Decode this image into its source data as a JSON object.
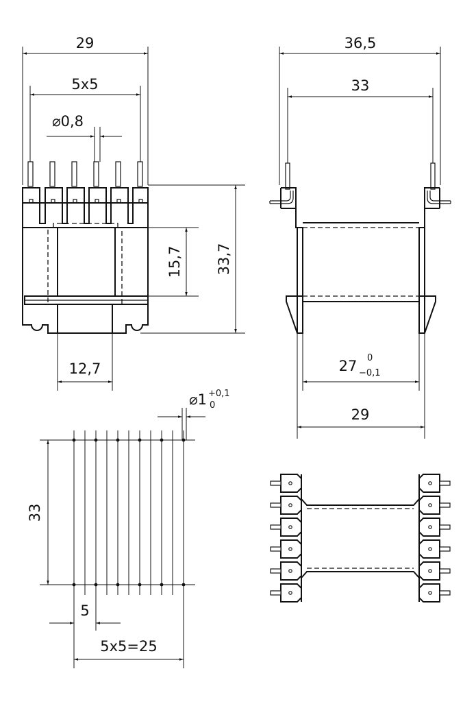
{
  "front_view": {
    "dim_width": "29",
    "dim_pitch": "5x5",
    "dim_pin_diameter": "⌀0,8",
    "dim_window": "15,7",
    "dim_height": "33,7",
    "dim_core": "12,7"
  },
  "side_view": {
    "dim_total": "36,5",
    "dim_pins": "33",
    "dim_inner_base": "27",
    "dim_inner_tol_upper": "0",
    "dim_inner_tol_lower": "−0,1",
    "dim_outer": "29"
  },
  "pcb_layout": {
    "dim_hole_base": "⌀1",
    "dim_hole_tol_upper": "+0,1",
    "dim_hole_tol_lower": "0",
    "dim_rows": "33",
    "dim_pitch": "5",
    "dim_total": "5x5=25"
  }
}
